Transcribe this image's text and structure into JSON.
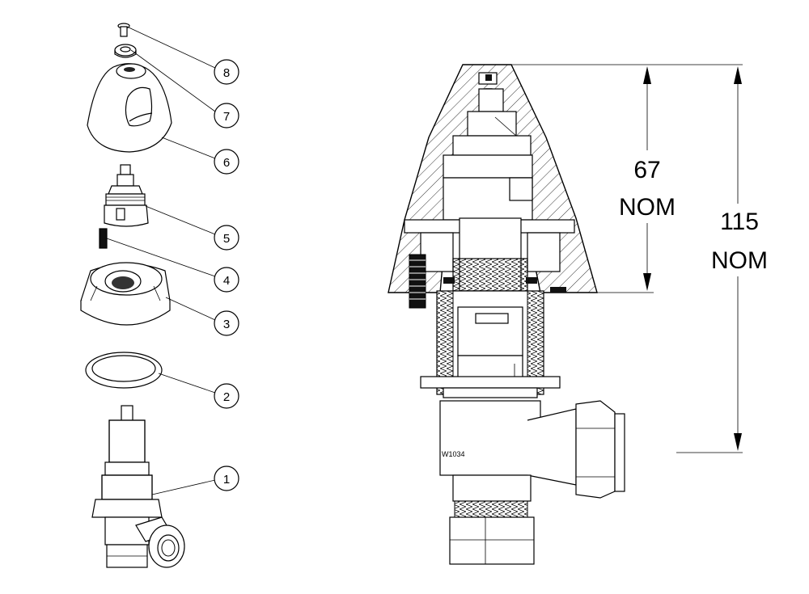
{
  "callouts": [
    {
      "number": "8"
    },
    {
      "number": "7"
    },
    {
      "number": "6"
    },
    {
      "number": "5"
    },
    {
      "number": "4"
    },
    {
      "number": "3"
    },
    {
      "number": "2"
    },
    {
      "number": "1"
    }
  ],
  "dimensions": {
    "small": {
      "value": "67",
      "unit": "NOM"
    },
    "large": {
      "value": "115",
      "unit": "NOM"
    }
  },
  "body_marking": "W1034"
}
